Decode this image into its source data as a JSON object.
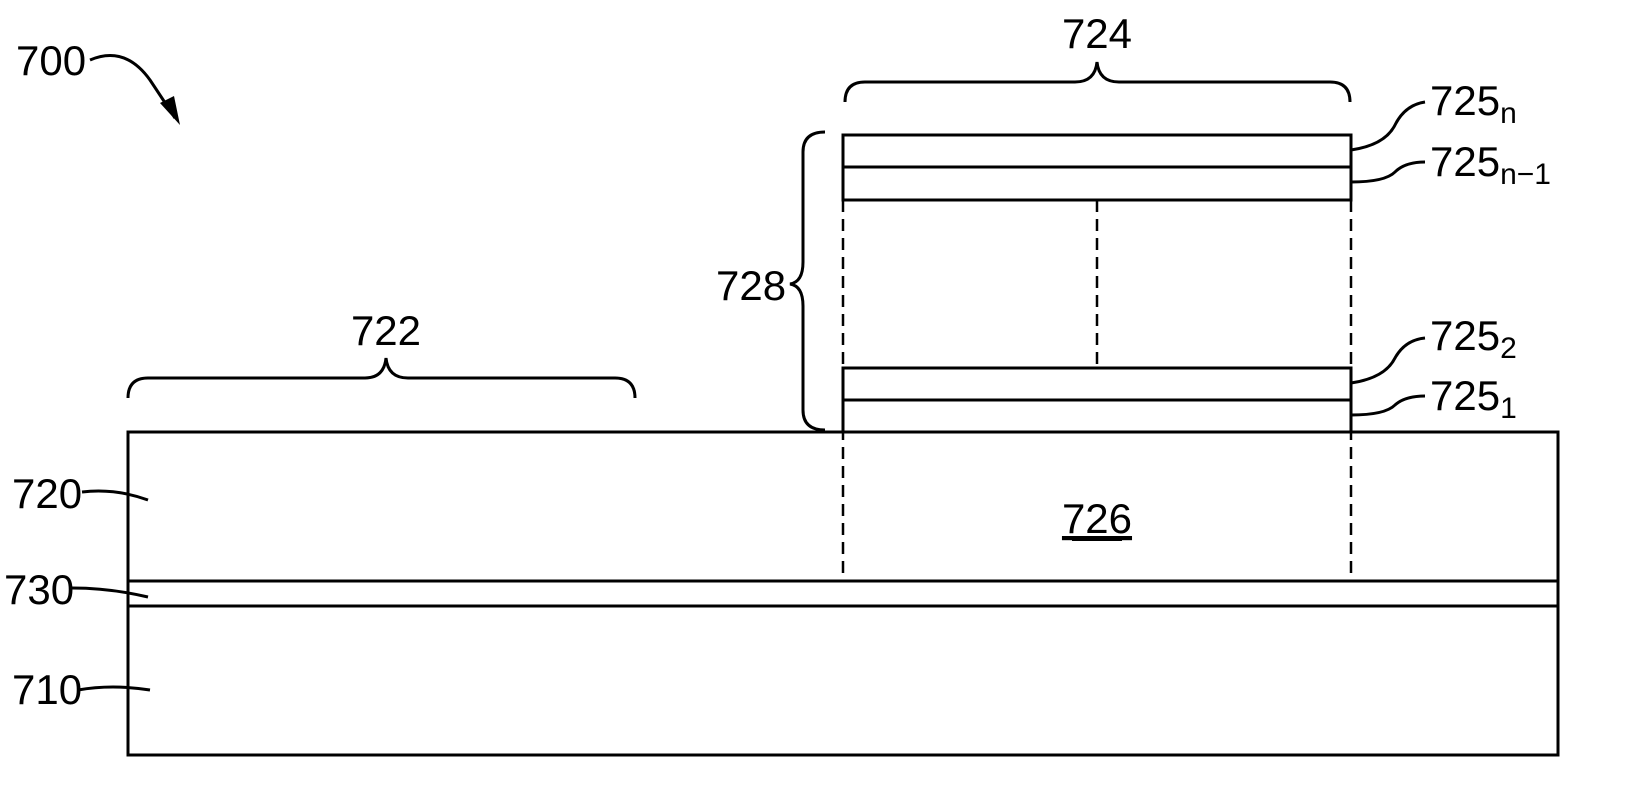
{
  "figure": {
    "ref_700": "700",
    "ref_724": "724",
    "ref_722": "722",
    "ref_728": "728",
    "ref_726": "726",
    "ref_720": "720",
    "ref_730": "730",
    "ref_710": "710",
    "layer_n": {
      "base": "725",
      "sub": "n"
    },
    "layer_n_minus_1": {
      "base": "725",
      "sub": "n−1"
    },
    "layer_2": {
      "base": "725",
      "sub": "2"
    },
    "layer_1": {
      "base": "725",
      "sub": "1"
    }
  }
}
